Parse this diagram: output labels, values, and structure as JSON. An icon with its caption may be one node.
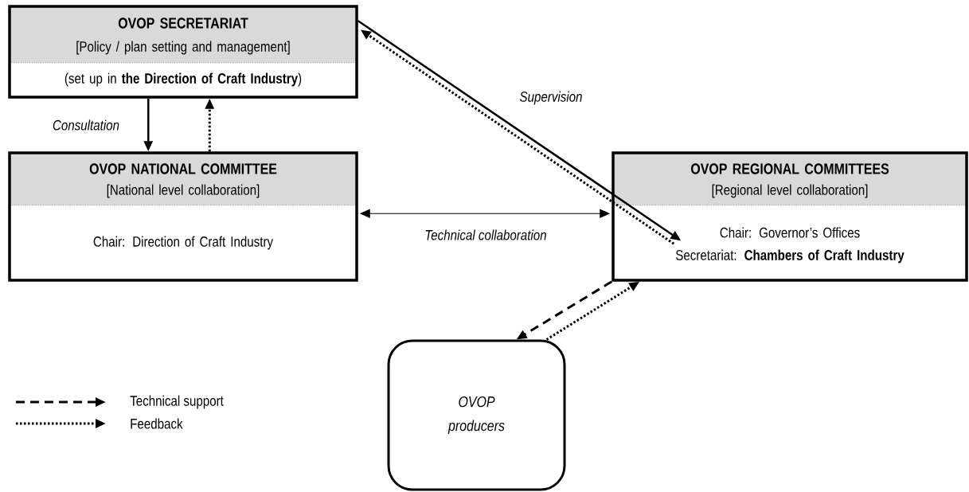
{
  "diagram": {
    "nodes": [
      {
        "text": [
          "OVOP SECRETARIAT",
          "[Policy / plan setting and management]",
          "(set up in **the Direction of Craft Industry**)"
        ]
      },
      {
        "text": [
          "OVOP NATIONAL COMMITTEE",
          "[National level collaboration]",
          "Chair: Direction of Craft Industry"
        ]
      },
      {
        "text": [
          "OVOP REGIONAL COMMITTEES",
          "[Regional level collaboration]",
          "Chair: Governor’s Offices",
          "Secretariat: **Chambers of Craft Industry**"
        ]
      },
      {
        "text": [
          "OVOP producers"
        ]
      }
    ],
    "edges": [
      {
        "from": 0,
        "to": 1,
        "arrow": "to",
        "label": "Consultation"
      },
      {
        "from": 1,
        "to": 0,
        "arrow": "to",
        "style": "dashed"
      },
      {
        "from": 0,
        "to": 2,
        "arrow": "to",
        "label": "Supervision"
      },
      {
        "from": 2,
        "to": 0,
        "arrow": "to",
        "style": "dashed"
      },
      {
        "from": 1,
        "to": 2,
        "arrow": "both",
        "label": "Technical collaboration"
      },
      {
        "from": 2,
        "to": 3,
        "arrow": "to",
        "style": "dashed"
      },
      {
        "from": 3,
        "to": 2,
        "arrow": "to",
        "style": "dashed"
      }
    ],
    "legend": [
      {
        "text": "Technical support"
      },
      {
        "text": "Feedback"
      }
    ]
  }
}
